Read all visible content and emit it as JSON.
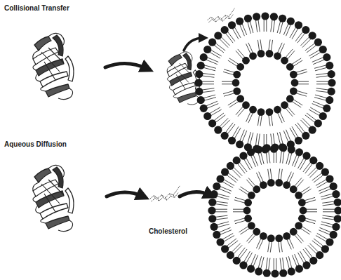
{
  "diagram": {
    "labels": [
      "Collisional Transfer",
      "Aqueous Diffusion",
      "Cholesterol"
    ]
  }
}
